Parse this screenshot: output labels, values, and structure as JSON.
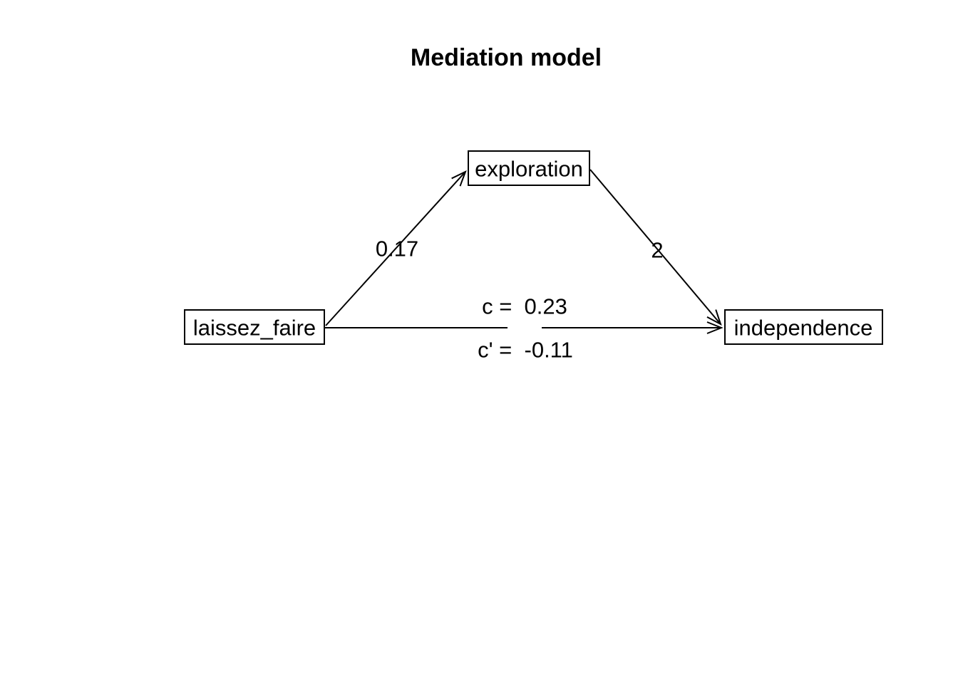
{
  "title": "Mediation model",
  "colors": {
    "ink": "#000000",
    "background": "#ffffff"
  },
  "diagram": {
    "type": "mediation-path-diagram",
    "nodes": [
      {
        "label": "laissez_faire"
      },
      {
        "label": "exploration"
      },
      {
        "label": "independence"
      }
    ],
    "edges": [
      {
        "from": "laissez_faire",
        "to": "exploration",
        "label": "0.17"
      },
      {
        "from": "exploration",
        "to": "independence",
        "label": "2"
      },
      {
        "from": "laissez_faire",
        "to": "independence",
        "label_above": "c =  0.23",
        "label_below": "c' =  -0.11"
      }
    ]
  }
}
